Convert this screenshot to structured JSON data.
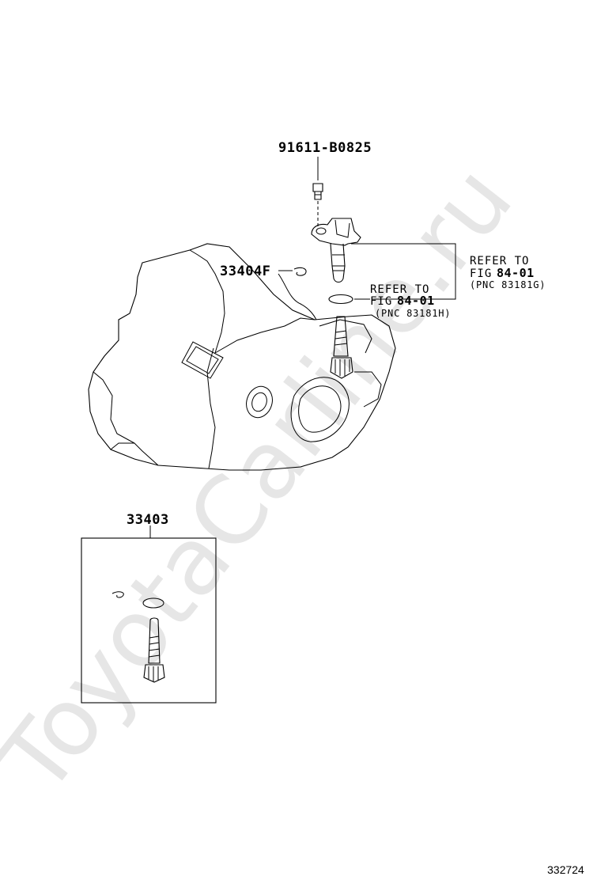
{
  "watermark": "ToyotaCarline.ru",
  "parts": {
    "bolt": "91611-B0825",
    "clip": "33404F",
    "kit": "33403"
  },
  "refs": {
    "upper": {
      "text": "REFER TO",
      "fig_prefix": "FIG",
      "fig": "84-01",
      "pnc": "(PNC 83181G)"
    },
    "lower": {
      "text": "REFER TO",
      "fig_prefix": "FIG",
      "fig": "84-01",
      "pnc": "(PNC 83181H)"
    }
  },
  "figure_number": "332724"
}
